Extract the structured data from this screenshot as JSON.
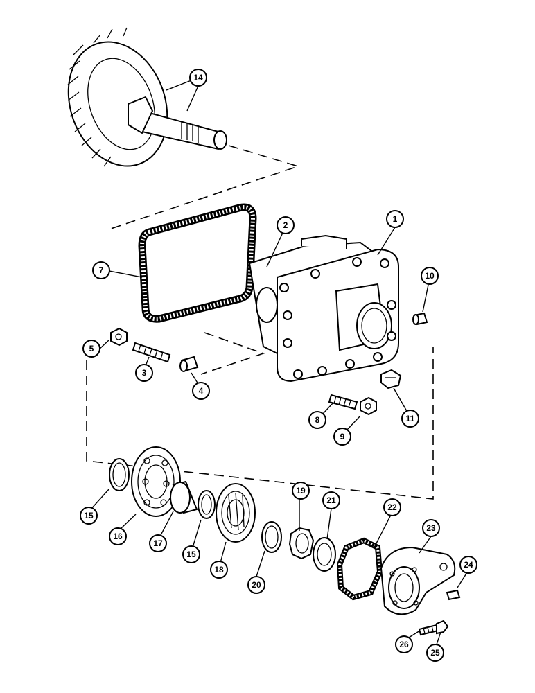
{
  "figure": {
    "callouts": [
      {
        "id": "c14",
        "label": "14"
      },
      {
        "id": "c1",
        "label": "1"
      },
      {
        "id": "c2",
        "label": "2"
      },
      {
        "id": "c7",
        "label": "7"
      },
      {
        "id": "c10",
        "label": "10"
      },
      {
        "id": "c5",
        "label": "5"
      },
      {
        "id": "c3",
        "label": "3"
      },
      {
        "id": "c4",
        "label": "4"
      },
      {
        "id": "c8",
        "label": "8"
      },
      {
        "id": "c9",
        "label": "9"
      },
      {
        "id": "c11",
        "label": "11"
      },
      {
        "id": "c15a",
        "label": "15"
      },
      {
        "id": "c16",
        "label": "16"
      },
      {
        "id": "c17",
        "label": "17"
      },
      {
        "id": "c15b",
        "label": "15"
      },
      {
        "id": "c18",
        "label": "18"
      },
      {
        "id": "c19",
        "label": "19"
      },
      {
        "id": "c20",
        "label": "20"
      },
      {
        "id": "c21",
        "label": "21"
      },
      {
        "id": "c22",
        "label": "22"
      },
      {
        "id": "c23",
        "label": "23"
      },
      {
        "id": "c24",
        "label": "24"
      },
      {
        "id": "c26",
        "label": "26"
      },
      {
        "id": "c25",
        "label": "25"
      }
    ]
  }
}
